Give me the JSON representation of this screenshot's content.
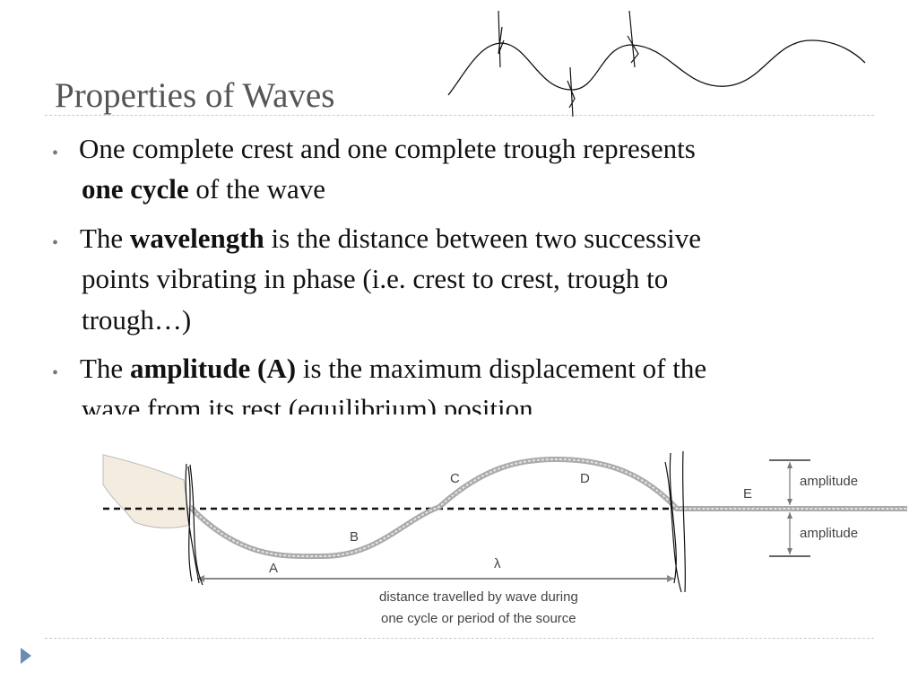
{
  "slide": {
    "title": "Properties of Waves",
    "bullets": [
      {
        "lines": [
          [
            {
              "t": "One complete crest and one complete trough represents",
              "b": false
            }
          ],
          [
            {
              "t": "one cycle",
              "b": true
            },
            {
              "t": " of the wave",
              "b": false
            }
          ]
        ]
      },
      {
        "lines": [
          [
            {
              "t": "The ",
              "b": false
            },
            {
              "t": "wavelength",
              "b": true
            },
            {
              "t": " is the distance between two successive",
              "b": false
            }
          ],
          [
            {
              "t": "points vibrating in phase (i.e. crest to crest, trough to",
              "b": false
            }
          ],
          [
            {
              "t": "trough…)",
              "b": false
            }
          ]
        ]
      },
      {
        "lines": [
          [
            {
              "t": "The ",
              "b": false
            },
            {
              "t": "amplitude (A)",
              "b": true
            },
            {
              "t": " is the maximum displacement of the",
              "b": false
            }
          ],
          [
            {
              "t": "wave from its rest (equilibrium) position",
              "b": false
            }
          ]
        ]
      }
    ],
    "bullet_glyph": "•"
  },
  "diagram": {
    "labels": {
      "A": "A",
      "B": "B",
      "C": "C",
      "D": "D",
      "E": "E",
      "lambda": "λ"
    },
    "amplitude_top": "amplitude",
    "amplitude_bottom": "amplitude",
    "caption_line1": "distance travelled by wave during",
    "caption_line2": "one cycle or period of the source"
  },
  "colors": {
    "title": "#555555",
    "rule": "#c5ccd6",
    "nav_triangle": "#6a8bb3",
    "ink": "#111111"
  },
  "icons": {
    "nav": "play-triangle-icon"
  }
}
